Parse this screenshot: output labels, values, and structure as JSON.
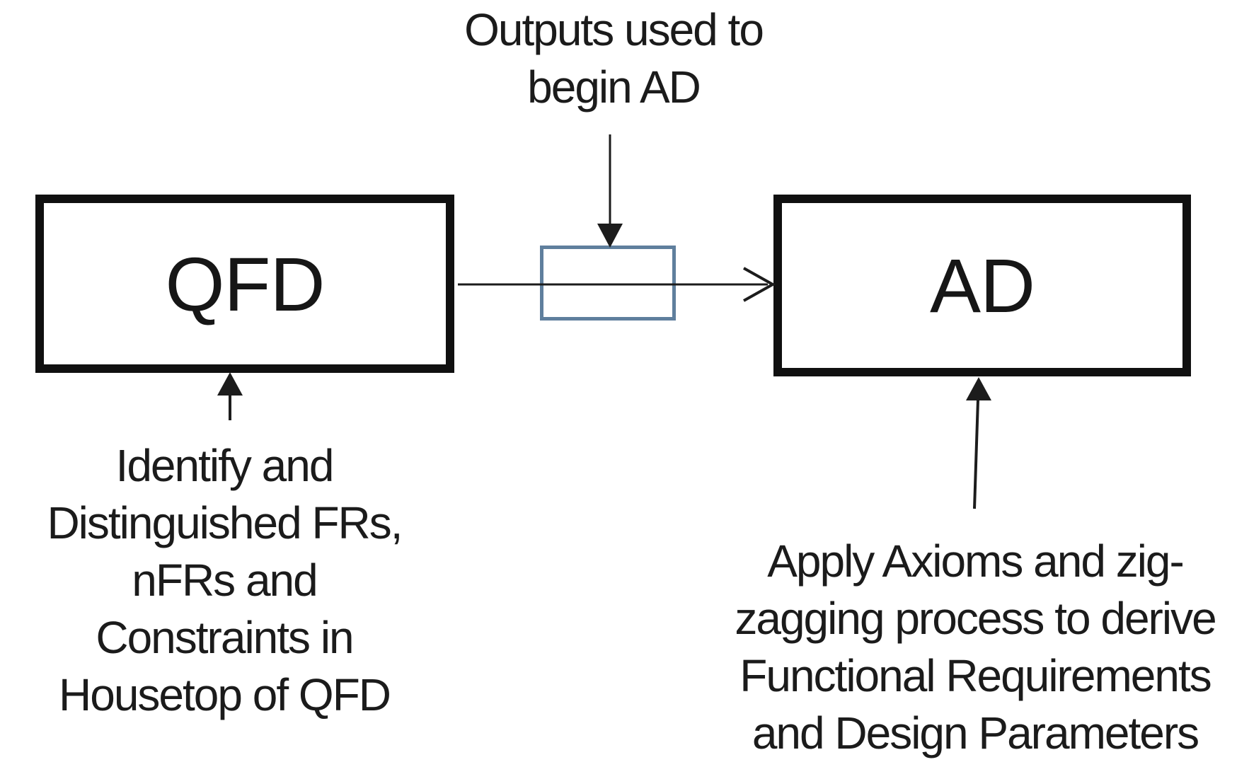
{
  "diagram": {
    "background_color": "#ffffff",
    "text_color": "#1b1b1b",
    "top_annotation": {
      "lines": [
        "Outputs used to",
        "begin AD"
      ]
    },
    "nodes": {
      "qfd": {
        "label": "QFD",
        "border_color": "#101010"
      },
      "ad": {
        "label": "AD",
        "border_color": "#101010"
      },
      "connector_box": {
        "label": "",
        "border_color": "#5f7f9d"
      }
    },
    "arrows": [
      "down-arrow-into-connector-box",
      "qfd-to-ad-flow-arrow",
      "up-arrow-into-qfd",
      "up-arrow-into-ad"
    ],
    "qfd_annotation": {
      "lines": [
        "Identify and",
        "Distinguished FRs,",
        "nFRs and",
        "Constraints in",
        "Housetop of QFD"
      ]
    },
    "ad_annotation": {
      "lines": [
        "Apply Axioms and zig-",
        "zagging process to derive",
        "Functional Requirements",
        "and Design Parameters"
      ]
    }
  }
}
